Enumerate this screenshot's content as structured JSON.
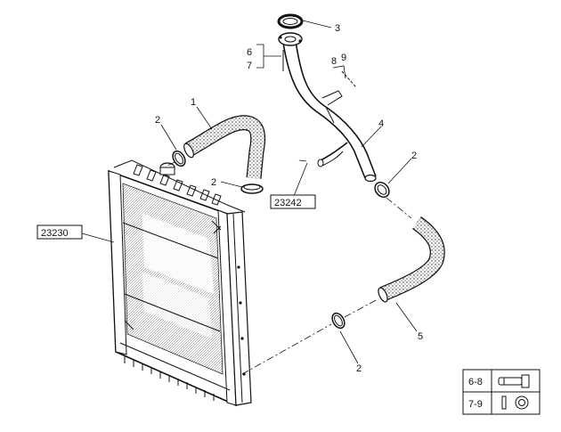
{
  "callouts": {
    "c1": "1",
    "c2a": "2",
    "c2b": "2",
    "c2c": "2",
    "c2d": "2",
    "c3": "3",
    "c4": "4",
    "c5": "5",
    "c6": "6",
    "c7": "7",
    "c8": "8",
    "c9": "9"
  },
  "references": {
    "radiator": "23230",
    "pipe_group": "23242"
  },
  "legend": {
    "row1_label": "6-8",
    "row1_icon": "bolt-icon",
    "row2_label": "7-9",
    "row2_icon": "washer-icon"
  },
  "colors": {
    "ink": "#111111",
    "hose_fill": "#bdbdbd",
    "background": "#ffffff"
  }
}
